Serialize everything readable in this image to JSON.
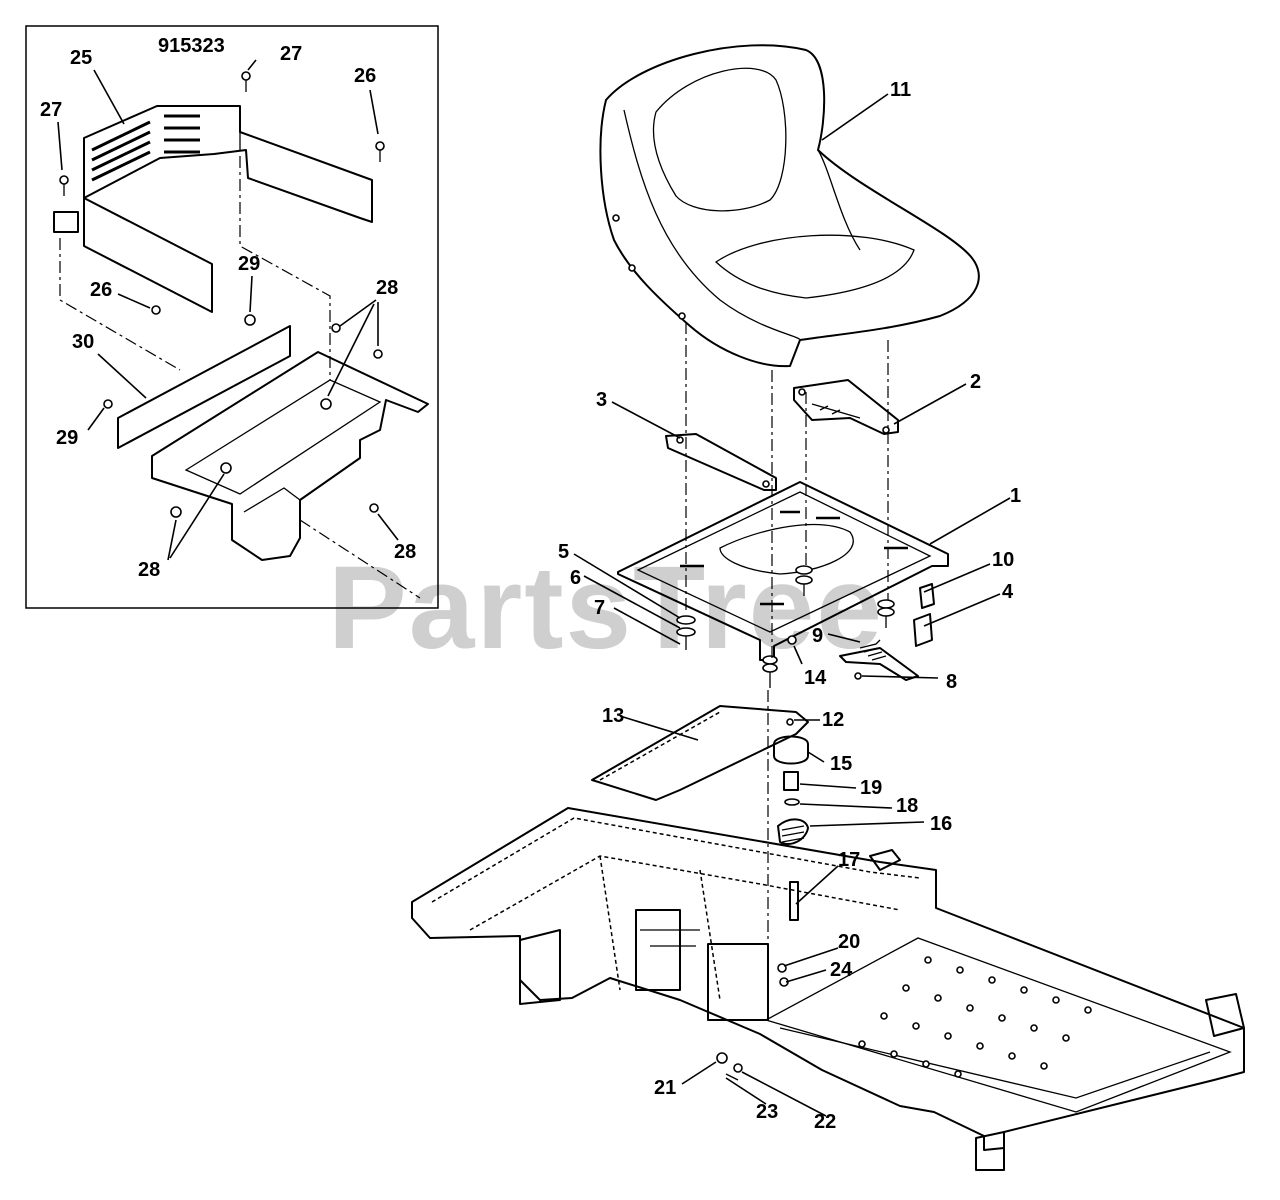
{
  "watermark": "PartsTree",
  "inset": {
    "model_number": "915323"
  },
  "callouts": [
    "1",
    "2",
    "3",
    "4",
    "5",
    "6",
    "7",
    "8",
    "9",
    "10",
    "11",
    "12",
    "13",
    "14",
    "15",
    "16",
    "17",
    "18",
    "19",
    "20",
    "21",
    "22",
    "23",
    "24",
    "25",
    "26",
    "26",
    "27",
    "27",
    "28",
    "28",
    "28",
    "28",
    "29",
    "29",
    "30"
  ]
}
